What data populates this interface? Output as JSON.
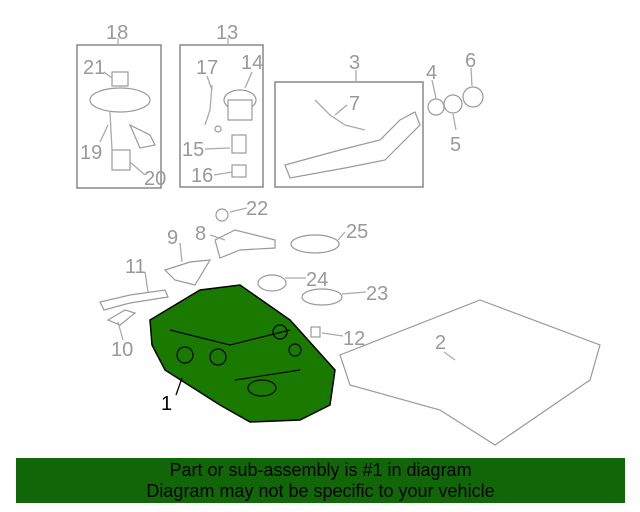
{
  "diagram": {
    "callouts": [
      "1",
      "2",
      "3",
      "4",
      "5",
      "6",
      "7",
      "8",
      "9",
      "10",
      "11",
      "12",
      "13",
      "14",
      "15",
      "16",
      "17",
      "18",
      "19",
      "20",
      "21",
      "22",
      "23",
      "24",
      "25"
    ],
    "highlighted_part": "1",
    "highlight_color": "#1a7a00"
  },
  "banner": {
    "line1": "Part or sub-assembly is #1 in diagram",
    "line2": "Diagram may not be specific to your vehicle",
    "color": "#116608"
  }
}
